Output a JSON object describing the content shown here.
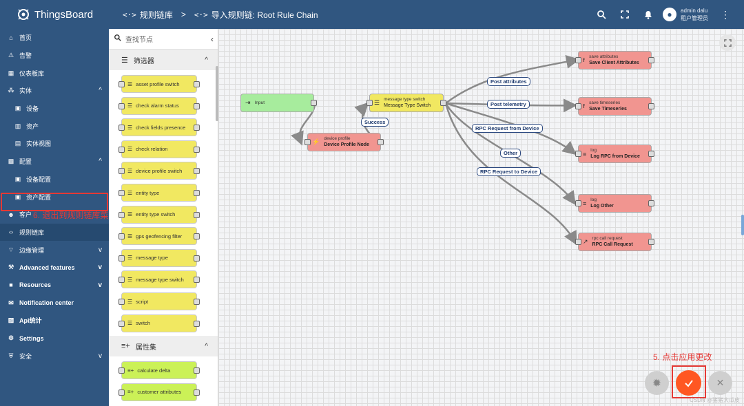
{
  "app": {
    "name": "ThingsBoard"
  },
  "breadcrumb": {
    "parent": "规则链库",
    "current": "导入规则链: Root Rule Chain",
    "separator": ">"
  },
  "user": {
    "name": "admin dalu",
    "role": "租户管理员"
  },
  "sidebar": {
    "items": [
      {
        "label": "首页",
        "icon": "⌂"
      },
      {
        "label": "告警",
        "icon": "⚠"
      },
      {
        "label": "仪表板库",
        "icon": "▦"
      },
      {
        "label": "实体",
        "icon": "⁂",
        "chev": "^"
      },
      {
        "label": "设备",
        "icon": "▣"
      },
      {
        "label": "资产",
        "icon": "▥"
      },
      {
        "label": "实体视图",
        "icon": "▤"
      },
      {
        "label": "配置",
        "icon": "▩",
        "chev": "^"
      },
      {
        "label": "设备配置",
        "icon": "▣"
      },
      {
        "label": "资产配置",
        "icon": "▣"
      },
      {
        "label": "客户",
        "icon": "☻"
      },
      {
        "label": "规则链库",
        "icon": "‹›"
      },
      {
        "label": "边缘管理",
        "icon": "⌔",
        "chev": "v"
      },
      {
        "label": "Advanced features",
        "icon": "⚒",
        "chev": "v"
      },
      {
        "label": "Resources",
        "icon": "■",
        "chev": "v"
      },
      {
        "label": "Notification center",
        "icon": "✉"
      },
      {
        "label": "Api统计",
        "icon": "▨"
      },
      {
        "label": "Settings",
        "icon": "⚙"
      },
      {
        "label": "安全",
        "icon": "⛨",
        "chev": "v"
      }
    ]
  },
  "annotations": {
    "step6": "6. 退出到规则链库菜单",
    "step5": "5. 点击应用更改"
  },
  "library": {
    "search_placeholder": "查找节点",
    "filter_section": "筛选器",
    "attr_section": "属性集",
    "filter_nodes": [
      "asset profile switch",
      "check alarm status",
      "check fields presence",
      "check relation",
      "device profile switch",
      "entity type",
      "entity type switch",
      "gps geofencing filter",
      "message type",
      "message type switch",
      "script",
      "switch"
    ],
    "attr_nodes": [
      "calculate delta",
      "customer attributes"
    ]
  },
  "canvas": {
    "nodes": {
      "input": {
        "label": "Input"
      },
      "device_profile": {
        "type": "device profile",
        "name": "Device Profile Node"
      },
      "msg_switch": {
        "type": "message type switch",
        "name": "Message Type Switch"
      },
      "save_attr": {
        "type": "save attributes",
        "name": "Save Client Attributes"
      },
      "save_ts": {
        "type": "save timeseries",
        "name": "Save Timeseries"
      },
      "log_rpc": {
        "type": "log",
        "name": "Log RPC from Device"
      },
      "log_other": {
        "type": "log",
        "name": "Log Other"
      },
      "rpc_call": {
        "type": "rpc call request",
        "name": "RPC Call Request"
      }
    },
    "edge_labels": {
      "success": "Success",
      "post_attributes": "Post attributes",
      "post_telemetry": "Post telemetry",
      "rpc_from_device": "RPC Request from Device",
      "other": "Other",
      "rpc_to_device": "RPC Request to Device"
    }
  },
  "watermark": "CSDN @猪猪大瓜皮",
  "colors": {
    "topbar": "#305680",
    "filter_node": "#f1e861",
    "attr_node": "#cbf157",
    "input_node": "#a7ec9d",
    "action_node": "#f19590",
    "apply_button": "#ff5722",
    "annotation": "#e53935"
  }
}
